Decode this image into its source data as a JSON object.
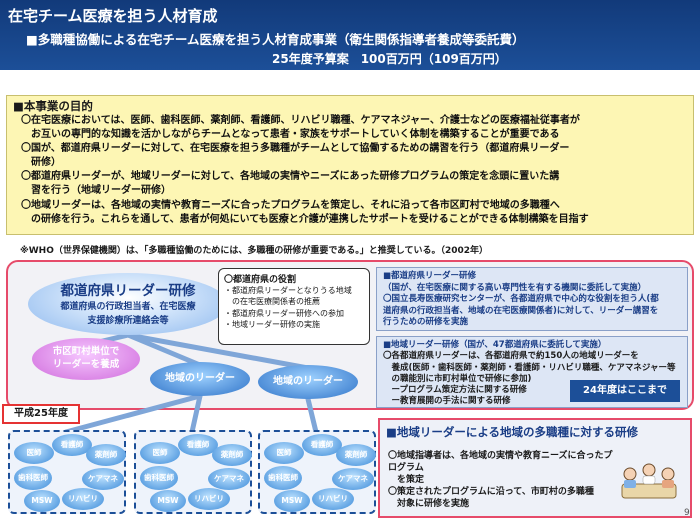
{
  "header": {
    "title": "在宅チーム医療を担う人材育成",
    "subtitle": "■多職種協働による在宅チーム医療を担う人材育成事業（衛生関係指導者養成等委託費）",
    "budget": "25年度予算案　100百万円（109百万円）"
  },
  "purpose": {
    "title": "■本事業の目的",
    "items": [
      "〇在宅医療においては、医師、歯科医師、薬剤師、看護師、リハビリ職種、ケアマネジャー、介護士などの医療福祉従事者が",
      "　お互いの専門的な知識を活かしながらチームとなって患者・家族をサポートしていく体制を構築することが重要である",
      "〇国が、都道府県リーダーに対して、在宅医療を担う多職種がチームとして協働するための講習を行う（都道府県リーダー",
      "　研修）",
      "〇都道府県リーダーが、地域リーダーに対して、各地域の実情やニーズにあった研修プログラムの策定を念頭に置いた講",
      "　習を行う（地域リーダー研修）",
      "〇地域リーダーは、各地域の実情や教育ニーズに合ったプログラムを策定し、それに沿って各市区町村で地域の多職種へ",
      "　の研修を行う。これらを通して、患者が何処にいても医療と介護が連携したサポートを受けることができる体制構築を目指す"
    ]
  },
  "who_note": "※WHO（世界保健機関）は、「多職種協働のためには、多職種の研修が重要である。」と推奨している。（2002年）",
  "pref_leader": {
    "title": "都道府県リーダー研修",
    "sub1": "都道府県の行政担当者、在宅医療",
    "sub2": "支援診療所連絡会等"
  },
  "role_box": {
    "title": "〇都道府県の役割",
    "items": [
      "・都道府県リーダーとなりうる地域",
      "　の在宅医療関係者の推薦",
      "・都道府県リーダー研修への参加",
      "・地域リーダー研修の実施"
    ]
  },
  "muni_leader": {
    "line1": "市区町村単位で",
    "line2": "リーダーを養成"
  },
  "local_leader_label": "地域のリーダー",
  "right_top": {
    "lines": [
      "■都道府県リーダー研修",
      "（国が、在宅医療に関する高い専門性を有する機関に委託して実施）",
      "〇国立長寿医療研究センターが、各都道府県で中心的な役割を担う人(都",
      "道府県の行政担当者、地域の在宅医療関係者)に対して、リーダー講習を",
      "行うための研修を実施"
    ]
  },
  "right_mid": {
    "lines": [
      "■地域リーダー研修（国が、47都道府県に委託して実施）",
      "〇各都道府県リーダーは、各都道府県で約150人の地域リーダーを",
      "　養成(医師・歯科医師・薬剤師・看護師・リハビリ職種、ケアマネジャー等",
      "　の職能別に市町村単位で研修に参加)",
      "　ープログラム策定方法に関する研修",
      "　ー教育展開の手法に関する研修"
    ],
    "badge": "24年度はここまで"
  },
  "fiscal_year": "平成25年度",
  "clusters": [
    [
      "医師",
      "看護師",
      "薬剤師",
      "歯科医師",
      "ケアマネ",
      "MSW",
      "リハビリ"
    ],
    [
      "医師",
      "看護師",
      "薬剤師",
      "歯科医師",
      "ケアマネ",
      "MSW",
      "リハビリ"
    ],
    [
      "医師",
      "看護師",
      "薬剤師",
      "歯科医師",
      "ケアマネ",
      "MSW",
      "リハビリ"
    ]
  ],
  "bottom_right": {
    "title": "■地域リーダーによる地域の多職種に対する研修",
    "items": [
      "〇地域指導者は、各地域の実情や教育ニーズに合ったプログラム",
      "　を策定",
      "〇策定されたプログラムに沿って、市町村の多職種",
      "　対象に研修を実施"
    ]
  },
  "page_number": "9"
}
